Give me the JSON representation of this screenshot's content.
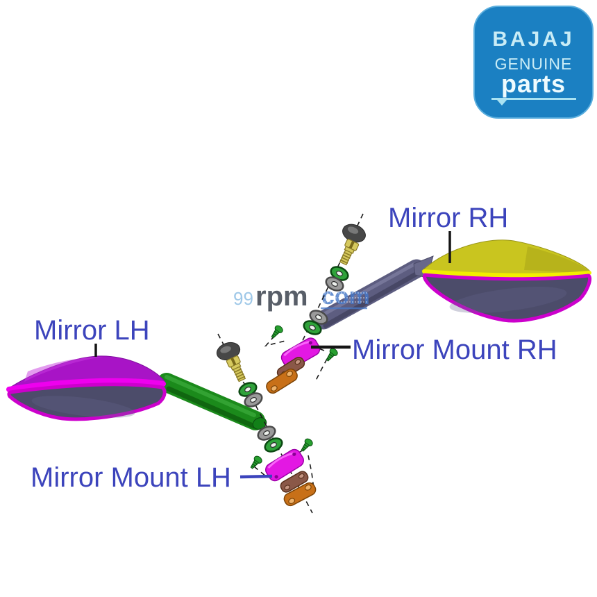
{
  "logo": {
    "brand": "BAJAJ",
    "genuine": "GENUINE",
    "parts": "parts"
  },
  "labels": {
    "mirror_rh": "Mirror RH",
    "mirror_lh": "Mirror LH",
    "mirror_mount_rh": "Mirror Mount RH",
    "mirror_mount_lh": "Mirror Mount LH"
  },
  "watermark": {
    "n99": "99",
    "rpm": "rpm",
    "com": "com"
  },
  "colors": {
    "label_blue": "#3c44bc",
    "logo_blue": "#1b80c2",
    "logo_text": "#c9ecf6",
    "mirror_yellow": "#c9c51f",
    "mirror_yellow_stripe": "#f2ee00",
    "mirror_purple": "#a814c6",
    "mirror_magenta_stripe": "#ee00ee",
    "mirror_face": "#4c4c6a",
    "mirror_rim": "#cc00cc",
    "stalk_gray": "#5d5d80",
    "arm_green": "#1b8a1b",
    "washer_green": "#2fa23a",
    "washer_gray": "#9a9a9a",
    "screw_yellow": "#d6c95e",
    "screw_green": "#28a030",
    "cap_gray": "#474747",
    "mount_magenta": "#e318e3",
    "gasket_brown": "#8a5848",
    "base_orange": "#c87018",
    "wm_99": "#9fc8e8",
    "wm_rpm": "#585e68",
    "wm_com": "#4879c8"
  }
}
